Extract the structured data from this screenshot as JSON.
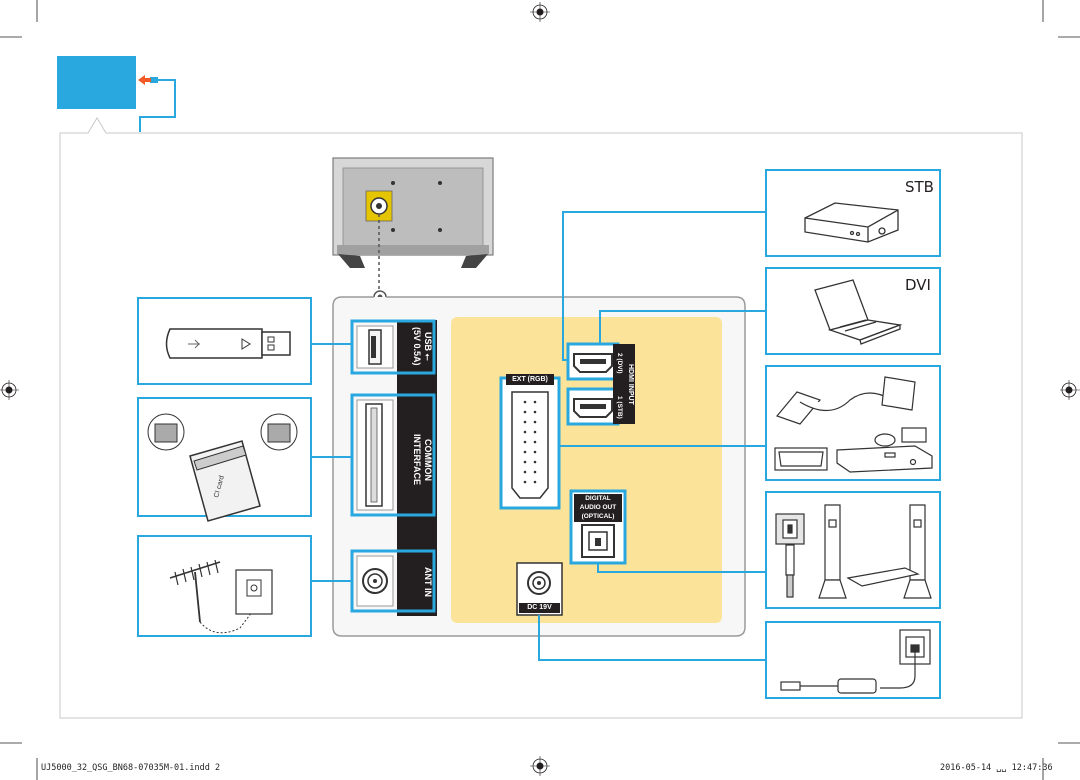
{
  "devices": {
    "stb": "STB",
    "dvi": "DVI"
  },
  "ports": {
    "usb": "USB ⭠ (5V 0.5A)",
    "common_interface": "COMMON INTERFACE",
    "ant_in": "ANT IN",
    "hdmi_input": "HDMI INPUT",
    "hdmi_2": "2 (DVI)",
    "hdmi_1": "1 (STB)",
    "ext_rgb": "EXT (RGB)",
    "digital_audio_out_1": "DIGITAL",
    "digital_audio_out_2": "AUDIO OUT",
    "digital_audio_out_3": "(OPTICAL)",
    "dc": "DC 19V"
  },
  "footer": {
    "file": "UJ5000_32_QSG_BN68-07035M-01.indd   2",
    "date": "2016-05-14   ␣␣ 12:47:36"
  },
  "colors": {
    "connector_blue": "#29a8e0",
    "arrow_orange": "#f15a24",
    "panel_yellow": "#fbe49a",
    "port_dark": "#231f20"
  }
}
